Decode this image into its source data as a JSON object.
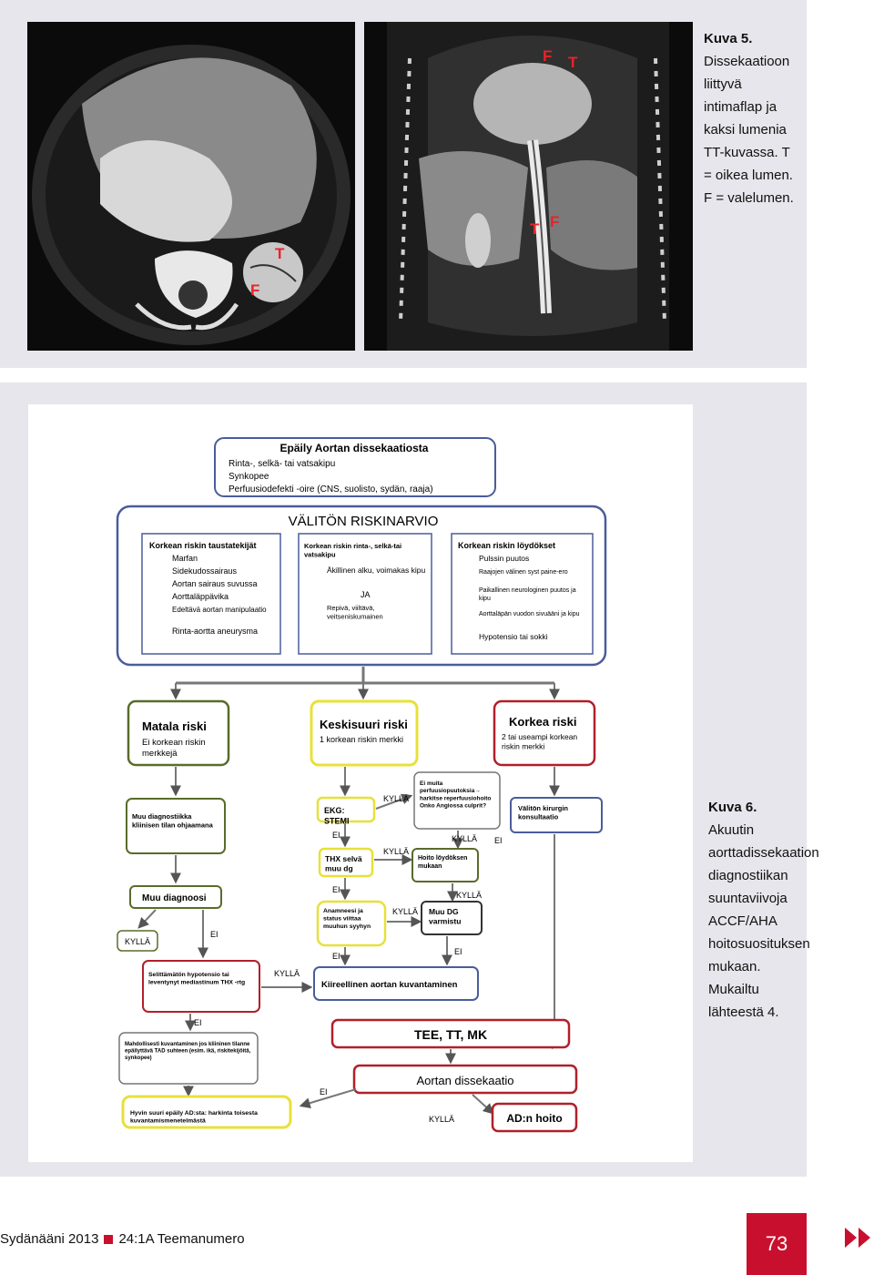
{
  "figure5": {
    "title": "Kuva 5.",
    "text": "Dissekaatioon liittyvä intimaflap ja kaksi lumenia TT-kuvassa. T = oikea lumen. F = valelumen.",
    "labels": {
      "f": "F",
      "t": "T"
    }
  },
  "figure6": {
    "title": "Kuva 6.",
    "text": "Akuutin aorttadissekaation diagnostiikan suuntaviivoja ACCF/AHA hoitosuosituksen mukaan. Mukailtu lähteestä 4."
  },
  "flow": {
    "suspicion": {
      "title": "Epäily Aortan dissekaatiosta",
      "items": [
        "Rinta-, selkä- tai vatsakipu",
        "Synkopee",
        "Perfuusiodefekti -oire (CNS, suolisto, sydän, raaja)"
      ]
    },
    "assessment_title": "VÄLITÖN RISKINARVIO",
    "background": {
      "title": "Korkean riskin taustatekijät",
      "items": [
        "Marfan",
        "Sidekudossairaus",
        "Aortan sairaus suvussa",
        "Aorttaläppävika",
        "Edeltävä aortan manipulaatio",
        "Rinta-aortta aneurysma"
      ]
    },
    "pain": {
      "title": "Korkean riskin rinta-, selkä-tai vatsakipu",
      "items": [
        "Äkillinen alku, voimakas kipu",
        "JA",
        "Repivä, viiltävä, veitseniskumainen"
      ]
    },
    "findings": {
      "title": "Korkean riskin löydökset",
      "items": [
        "Pulssin puutos",
        "Raajojen välinen syst paine-ero",
        "Paikallinen neurologinen puutos ja kipu",
        "Aorttaläpän vuodon sivuääni ja kipu",
        "Hypotensio tai sokki"
      ]
    },
    "low": {
      "title": "Matala riski",
      "sub": "Ei korkean riskin merkkejä"
    },
    "mid": {
      "title": "Keskisuuri riski",
      "sub": "1 korkean riskin merkki"
    },
    "high": {
      "title": "Korkea riski",
      "sub": "2 tai useampi korkean riskin merkki"
    },
    "low_flow": [
      "Muu diagnostiikka kliinisen tilan ohjaamana",
      "Muu diagnoosi",
      "Selittämätön hypotensio tai leventynyt mediastinum THX -rtg",
      "Mahdollisesti kuvantaminen jos kliininen tilanne epäilyttävä TAD suhteen (esim. ikä, riskitekijöitä, synkopee)",
      "Hyvin suuri epäily AD:sta: harkinta toisesta kuvantamismenetelmästä"
    ],
    "mid_flow": [
      "EKG: STEMI",
      "THX selvä muu dg",
      "Anamneesi ja status viittaa muuhun syyhyn",
      "Ei muita perfuusiopuutoksia→ harkitse reperfuusiohoito Onko Angiossa culprit?",
      "Hoito löydöksen mukaan",
      "Muu DG varmistu"
    ],
    "high_flow": "Välitön kirurgin konsultaatio",
    "imaging": "Kiireellinen aortan kuvantaminen",
    "methods": "TEE, TT, MK",
    "dissection": "Aortan dissekaatio",
    "treatment": "AD:n hoito",
    "yes": "KYLLÄ",
    "no": "EI"
  },
  "footer": {
    "journal": "Sydänääni 2013",
    "issue": "24:1A Teemanumero",
    "page": "73"
  },
  "colors": {
    "red": "#c8102e",
    "blue": "#4a5d9a",
    "yellow": "#e8e03a",
    "olive": "#5a6b2a",
    "crimson": "#b0202a",
    "panel": "#e6e6ec"
  }
}
